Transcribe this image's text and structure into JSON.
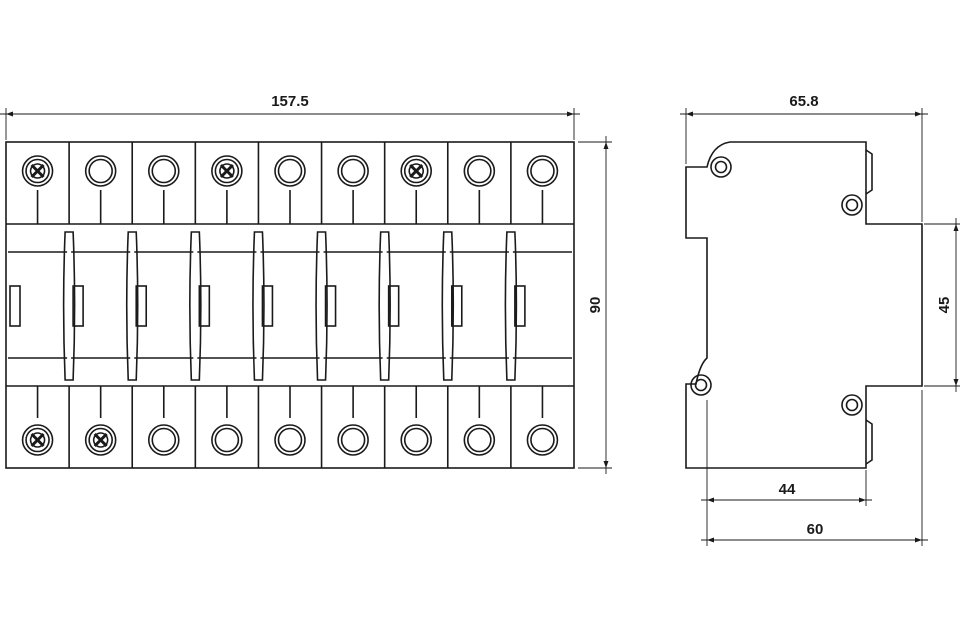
{
  "dimensions": {
    "total_width": "157.5",
    "height": "90",
    "side_depth": "65.8",
    "rail_height": "45",
    "depth_44": "44",
    "depth_60": "60"
  },
  "modules": {
    "count": 9,
    "top_terminals": [
      "screw",
      "plain",
      "plain",
      "screw",
      "plain",
      "plain",
      "screw",
      "plain",
      "plain"
    ],
    "bottom_terminals": [
      "screw",
      "screw",
      "plain",
      "plain",
      "plain",
      "plain",
      "plain",
      "plain",
      "plain"
    ]
  },
  "colors": {
    "line": "#1a1a1a",
    "background": "#ffffff"
  }
}
